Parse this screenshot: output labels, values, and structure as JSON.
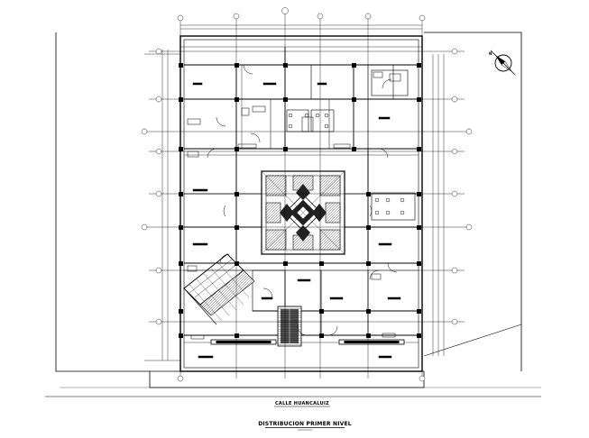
{
  "drawing": {
    "street_label": "CALLE HUANCALUIZ",
    "title": "DISTRIBUCION PRIMER NIVEL",
    "north_letter": "N",
    "colors": {
      "ink": "#000000",
      "paper": "#ffffff",
      "hatch": "#4a4a4a"
    },
    "icons": {
      "north": "north-arrow-icon",
      "grid_bubble": "grid-bubble-icon"
    }
  }
}
